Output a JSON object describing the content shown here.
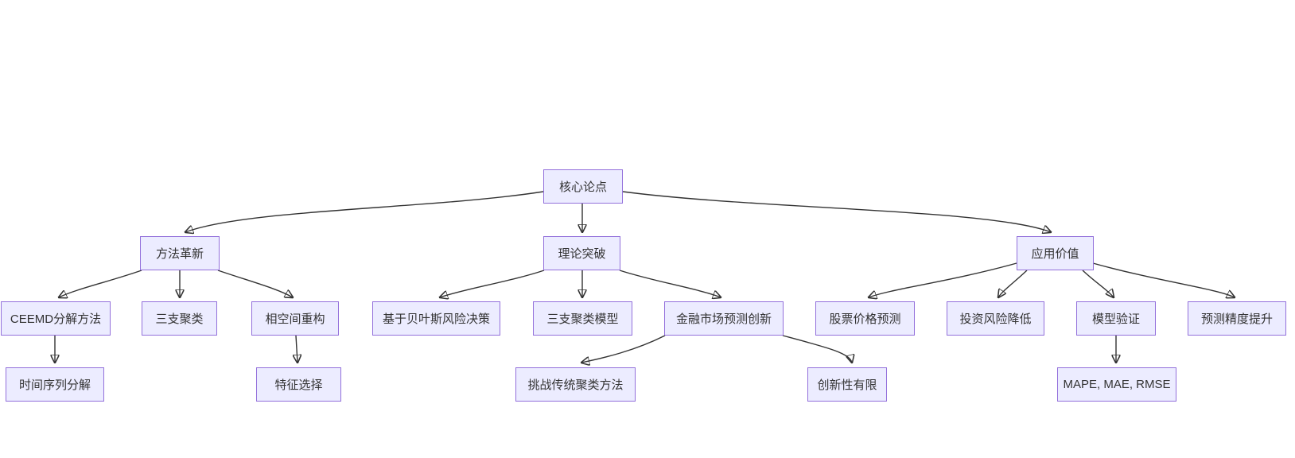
{
  "diagram": {
    "type": "flowchart-tree",
    "background_color": "#ffffff",
    "node_fill_color": "#ECECFF",
    "node_border_color": "#9370DB",
    "edge_color": "#333333",
    "text_color": "#333333"
  },
  "nodes": {
    "core": {
      "label": "核心论点"
    },
    "method": {
      "label": "方法革新"
    },
    "theory": {
      "label": "理论突破"
    },
    "application": {
      "label": "应用价值"
    },
    "ceemd": {
      "label": "CEEMD分解方法"
    },
    "three_way": {
      "label": "三支聚类"
    },
    "phase_space": {
      "label": "相空间重构"
    },
    "bayes": {
      "label": "基于贝叶斯风险决策"
    },
    "three_way_model": {
      "label": "三支聚类模型"
    },
    "finance_innovation": {
      "label": "金融市场预测创新"
    },
    "stock_prediction": {
      "label": "股票价格预测"
    },
    "risk_reduction": {
      "label": "投资风险降低"
    },
    "model_validation": {
      "label": "模型验证"
    },
    "accuracy_improvement": {
      "label": "预测精度提升"
    },
    "time_series": {
      "label": "时间序列分解"
    },
    "feature_selection": {
      "label": "特征选择"
    },
    "challenge_clustering": {
      "label": "挑战传统聚类方法"
    },
    "limited_innovation": {
      "label": "创新性有限"
    },
    "metrics": {
      "label": "MAPE, MAE, RMSE"
    }
  },
  "edges": [
    {
      "from": "core",
      "to": "method"
    },
    {
      "from": "core",
      "to": "theory"
    },
    {
      "from": "core",
      "to": "application"
    },
    {
      "from": "method",
      "to": "ceemd"
    },
    {
      "from": "method",
      "to": "three_way"
    },
    {
      "from": "method",
      "to": "phase_space"
    },
    {
      "from": "theory",
      "to": "bayes"
    },
    {
      "from": "theory",
      "to": "three_way_model"
    },
    {
      "from": "theory",
      "to": "finance_innovation"
    },
    {
      "from": "application",
      "to": "stock_prediction"
    },
    {
      "from": "application",
      "to": "risk_reduction"
    },
    {
      "from": "application",
      "to": "model_validation"
    },
    {
      "from": "application",
      "to": "accuracy_improvement"
    },
    {
      "from": "ceemd",
      "to": "time_series"
    },
    {
      "from": "phase_space",
      "to": "feature_selection"
    },
    {
      "from": "finance_innovation",
      "to": "challenge_clustering"
    },
    {
      "from": "finance_innovation",
      "to": "limited_innovation"
    },
    {
      "from": "model_validation",
      "to": "metrics"
    }
  ]
}
